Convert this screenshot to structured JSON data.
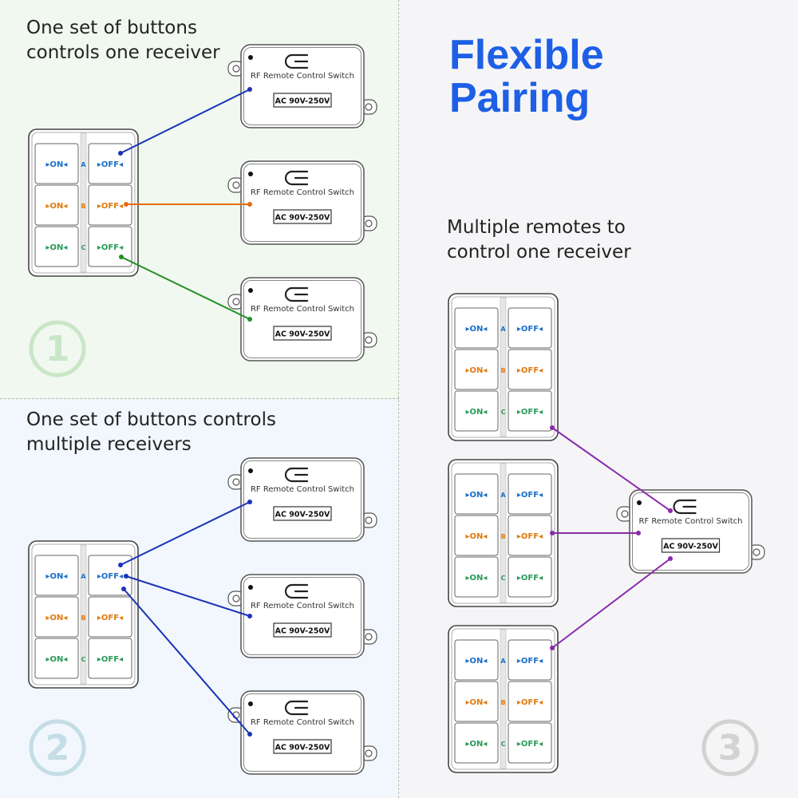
{
  "title": "Flexible\nPairing",
  "captions": {
    "one": "One set of buttons\ncontrols one receiver",
    "two": "One set of buttons controls\nmultiple receivers",
    "three": "Multiple remotes to\ncontrol one receiver"
  },
  "step_numbers": [
    "1",
    "2",
    "3"
  ],
  "receiver": {
    "label": "RF Remote Control Switch",
    "voltage": "AC 90V-250V"
  },
  "remote": {
    "rows": [
      {
        "letter": "A",
        "on": "ON",
        "off": "OFF",
        "color": "#1a6fc9"
      },
      {
        "letter": "B",
        "on": "ON",
        "off": "OFF",
        "color": "#e07a10"
      },
      {
        "letter": "C",
        "on": "ON",
        "off": "OFF",
        "color": "#2a9a5a"
      }
    ]
  },
  "colors": {
    "headline": "#1d5fe6",
    "wire_blue": "#1a33b8",
    "wire_orange": "#e56d12",
    "wire_green": "#229125",
    "wire_purple": "#8a2aa8",
    "step1": "#c9e6c7",
    "step2": "#c4dde6",
    "step3": "#d2d2d2"
  }
}
